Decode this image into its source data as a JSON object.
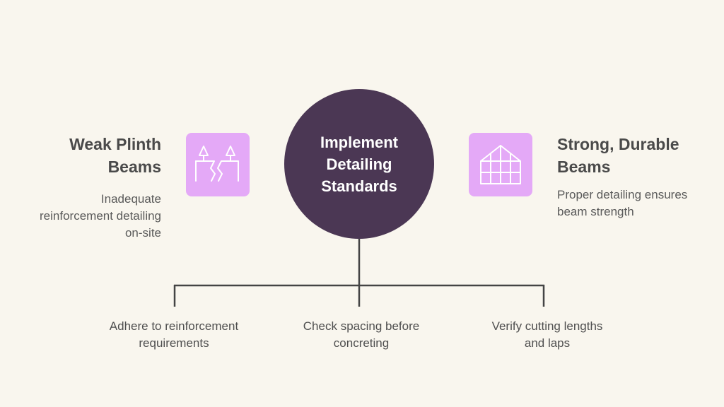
{
  "left": {
    "heading": "Weak Plinth\nBeams",
    "description": "Inadequate\nreinforcement detailing\non-site",
    "icon": "cracked-beam-icon"
  },
  "center": {
    "label": "Implement\nDetailing\nStandards"
  },
  "right": {
    "heading": "Strong, Durable\nBeams",
    "description": "Proper detailing ensures\nbeam strength",
    "icon": "structure-frame-icon"
  },
  "steps": [
    {
      "label": "Adhere to reinforcement\nrequirements"
    },
    {
      "label": "Check spacing before\nconcreting"
    },
    {
      "label": "Verify cutting lengths\nand laps"
    }
  ],
  "colors": {
    "background": "#f9f6ee",
    "circle": "#4b3754",
    "icon_tile": "#e4a9f7",
    "connector": "#444444"
  }
}
